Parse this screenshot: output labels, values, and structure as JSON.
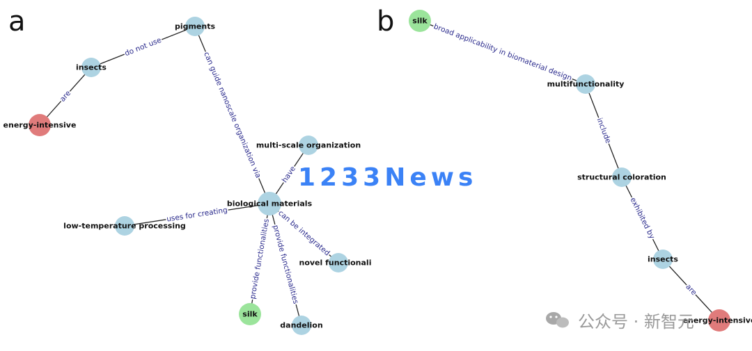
{
  "panels": [
    {
      "label": "a"
    },
    {
      "label": "b"
    }
  ],
  "colors": {
    "node_default": "#add3e2",
    "node_red": "#e07b7b",
    "node_green": "#9be49b",
    "edge": "#222222",
    "edge_label": "#2a2a8c"
  },
  "graph_a": {
    "nodes": [
      {
        "id": "pigments",
        "label": "pigments",
        "color": "default"
      },
      {
        "id": "insects",
        "label": "insects",
        "color": "default"
      },
      {
        "id": "energy",
        "label": "energy-intensive",
        "color": "red"
      },
      {
        "id": "multiscale",
        "label": "multi-scale organization",
        "color": "default"
      },
      {
        "id": "biomat",
        "label": "biological materials",
        "color": "default"
      },
      {
        "id": "lowtemp",
        "label": "low-temperature processing",
        "color": "default"
      },
      {
        "id": "novel",
        "label": "novel functionaliti",
        "color": "default"
      },
      {
        "id": "silk",
        "label": "silk",
        "color": "green"
      },
      {
        "id": "dandelion",
        "label": "dandelion",
        "color": "default"
      }
    ],
    "edges": [
      {
        "from": "insects",
        "to": "pigments",
        "label": "do not use"
      },
      {
        "from": "energy",
        "to": "insects",
        "label": "are"
      },
      {
        "from": "pigments",
        "to": "biomat",
        "label": "can guide nanoscale organization via"
      },
      {
        "from": "biomat",
        "to": "multiscale",
        "label": "have"
      },
      {
        "from": "lowtemp",
        "to": "biomat",
        "label": "uses for creating"
      },
      {
        "from": "biomat",
        "to": "novel",
        "label": "can be integrated"
      },
      {
        "from": "silk",
        "to": "biomat",
        "label": "provide functionalities"
      },
      {
        "from": "biomat",
        "to": "dandelion",
        "label": "provide functionalities"
      }
    ]
  },
  "graph_b": {
    "nodes": [
      {
        "id": "silk",
        "label": "silk",
        "color": "green"
      },
      {
        "id": "multifunc",
        "label": "multifunctionality",
        "color": "default"
      },
      {
        "id": "structcolor",
        "label": "structural coloration",
        "color": "default"
      },
      {
        "id": "insects",
        "label": "insects",
        "color": "default"
      },
      {
        "id": "energy",
        "label": "energy-intensive",
        "color": "red"
      }
    ],
    "edges": [
      {
        "from": "silk",
        "to": "multifunc",
        "label": "broad applicability in biomaterial design"
      },
      {
        "from": "multifunc",
        "to": "structcolor",
        "label": "include"
      },
      {
        "from": "structcolor",
        "to": "insects",
        "label": "exhibited by"
      },
      {
        "from": "insects",
        "to": "energy",
        "label": "are"
      }
    ]
  },
  "watermark": {
    "text": "1233News"
  },
  "footer": {
    "text": "公众号 · 新智元",
    "icon": "wechat-icon"
  }
}
